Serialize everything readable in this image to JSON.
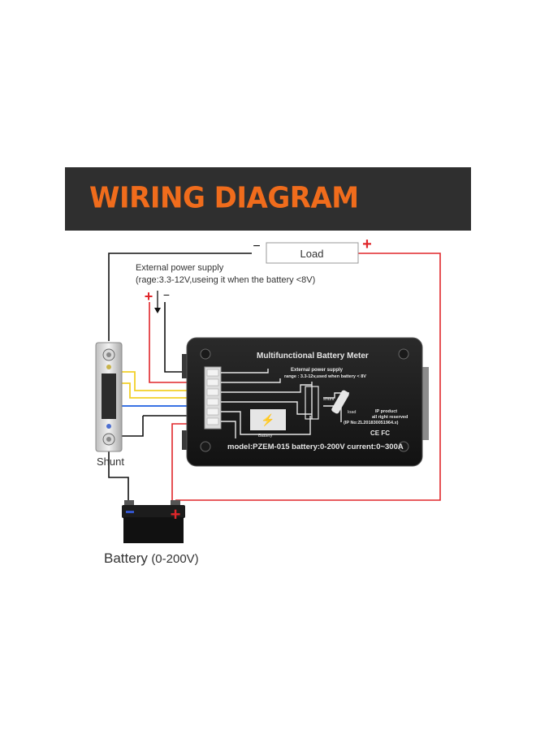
{
  "banner": {
    "title": "WIRING DIAGRAM"
  },
  "load": {
    "label": "Load",
    "minus": "−",
    "plus": "+"
  },
  "external_power": {
    "title": "External power supply",
    "range": "(rage:3.3-12V,useing it when the battery <8V)",
    "plus": "+",
    "minus": "−"
  },
  "meter": {
    "title": "Multifunctional Battery Meter",
    "ext_title": "External power supply",
    "ext_range": "range : 3.3-12v,used when battery < 8V",
    "shunt_label": "shunt",
    "load_label": "load",
    "battery_label": "Battery",
    "ip1": "IP product",
    "ip2": "all right reserved",
    "ip3": "(IP No:ZL201830051964.x)",
    "cert": "CE FC",
    "model": "model:PZEM-015 battery:0-200V current:0~300A"
  },
  "shunt": {
    "label": "Shunt"
  },
  "battery": {
    "label_main": "Battery",
    "label_range": "(0-200V)",
    "plus": "+"
  },
  "colors": {
    "red": "#e0262a",
    "yellow": "#f2d028",
    "blue": "#1e5fe0",
    "black": "#111111",
    "orange": "#f06c1c"
  }
}
